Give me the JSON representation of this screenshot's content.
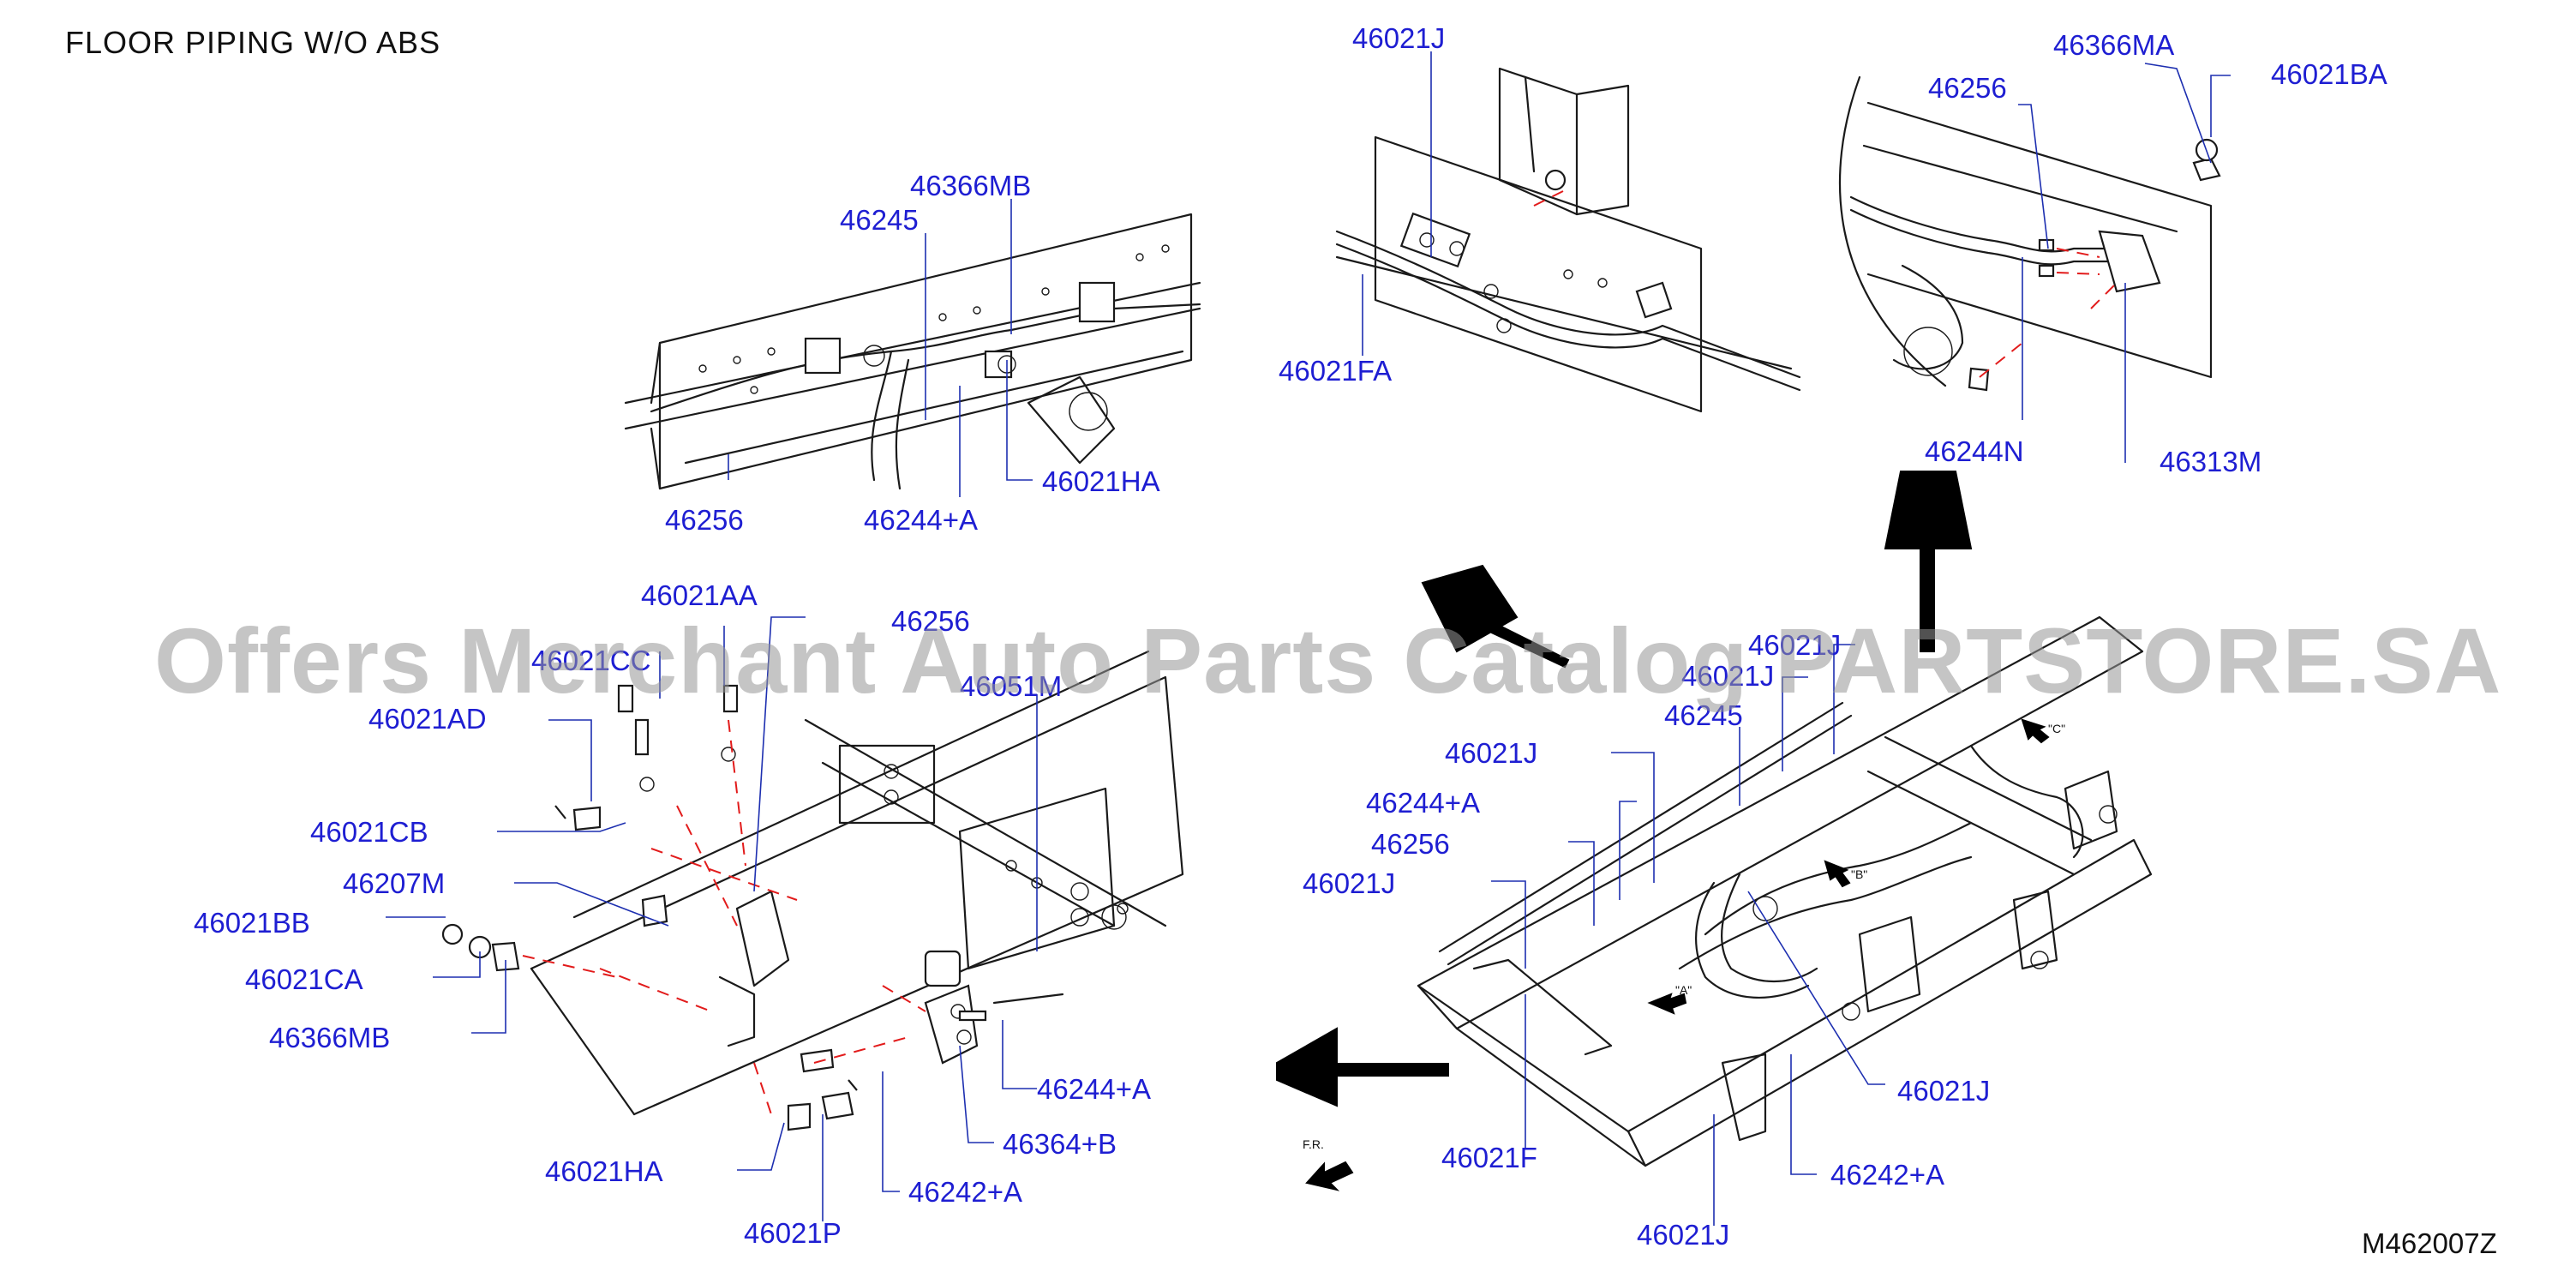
{
  "title": "FLOOR PIPING W/O ABS",
  "diagram_code": "M462007Z",
  "watermark": "Offers Merchant Auto Parts Catalog PARTSTORE.SA",
  "view_markers": {
    "a": "\"A\"",
    "b": "\"B\"",
    "c": "\"C\"",
    "front": "F.R."
  },
  "labels": {
    "tc_46366MB": "46366MB",
    "tc_46245": "46245",
    "tc_46256": "46256",
    "tc_46244A": "46244+A",
    "tc_46021HA": "46021HA",
    "tm_46021J": "46021J",
    "tm_46021FA": "46021FA",
    "tr_46256": "46256",
    "tr_46366MA": "46366MA",
    "tr_46021BA": "46021BA",
    "tr_46244N": "46244N",
    "tr_46313M": "46313M",
    "bl_46021AA": "46021AA",
    "bl_46021CC": "46021CC",
    "bl_46256": "46256",
    "bl_46051M": "46051M",
    "bl_46021AD": "46021AD",
    "bl_46021CB": "46021CB",
    "bl_46207M": "46207M",
    "bl_46021BB": "46021BB",
    "bl_46021CA": "46021CA",
    "bl_46366MB": "46366MB",
    "bl_46244A": "46244+A",
    "bl_46364B": "46364+B",
    "bl_46021HA": "46021HA",
    "bl_46242A": "46242+A",
    "bl_46021P": "46021P",
    "br_46021_top": "46021J",
    "br_46021J_a": "46021J",
    "br_46245": "46245",
    "br_46021J_b": "46021J",
    "br_46244A": "46244+A",
    "br_46256": "46256",
    "br_46021J_c": "46021J",
    "br_46021J_d": "46021J",
    "br_46021F": "46021F",
    "br_46242A": "46242+A",
    "br_46021J_e": "46021J"
  }
}
